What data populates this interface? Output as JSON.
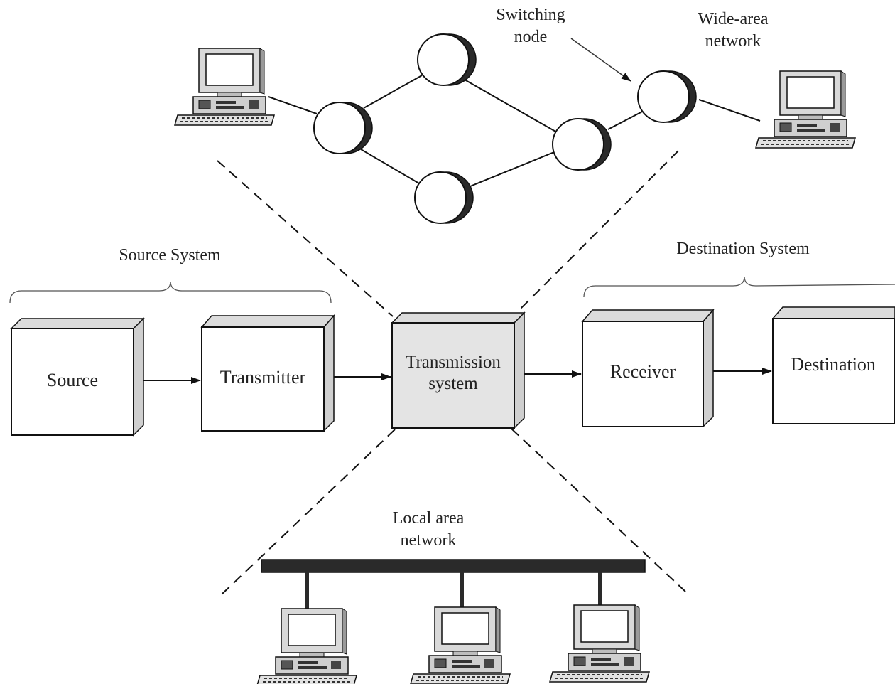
{
  "labels": {
    "switching_node": [
      "Switching",
      "node"
    ],
    "wide_area_network": [
      "Wide-area",
      "network"
    ],
    "source_system": "Source System",
    "destination_system": "Destination System",
    "local_area_network": [
      "Local area",
      "network"
    ]
  },
  "blocks": {
    "source": "Source",
    "transmitter": "Transmitter",
    "transmission_system": [
      "Transmission",
      "system"
    ],
    "receiver": "Receiver",
    "destination": "Destination"
  },
  "icons": {
    "computer": "desktop-computer-icon",
    "switching_node": "switching-node-icon"
  },
  "colors": {
    "ink": "#111111",
    "transmission_fill": "#e4e4e4",
    "lan_bus": "#2a2a2a"
  }
}
